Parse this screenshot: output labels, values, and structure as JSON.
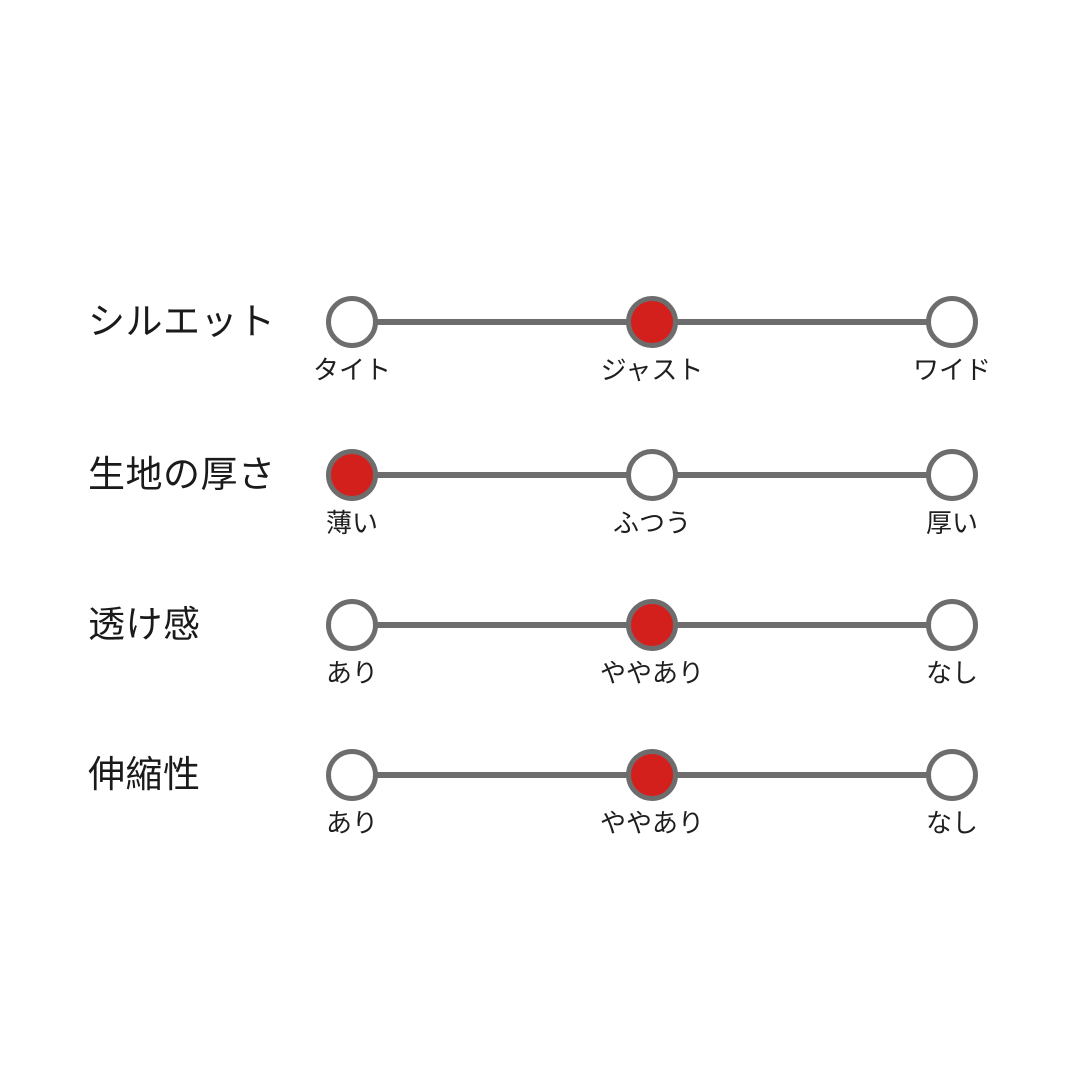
{
  "diagram": {
    "type": "spec-scale-chart",
    "colors": {
      "selected_marker": "#d4201c",
      "track_and_outline": "#6d6d6d",
      "text": "#1a1a1a",
      "background": "#ffffff"
    },
    "rows": [
      {
        "label": "シルエット",
        "selected_index": 1,
        "options": [
          "タイト",
          "ジャスト",
          "ワイド"
        ]
      },
      {
        "label": "生地の厚さ",
        "selected_index": 0,
        "options": [
          "薄い",
          "ふつう",
          "厚い"
        ]
      },
      {
        "label": "透け感",
        "selected_index": 1,
        "options": [
          "あり",
          "ややあり",
          "なし"
        ]
      },
      {
        "label": "伸縮性",
        "selected_index": 1,
        "options": [
          "あり",
          "ややあり",
          "なし"
        ]
      }
    ]
  }
}
